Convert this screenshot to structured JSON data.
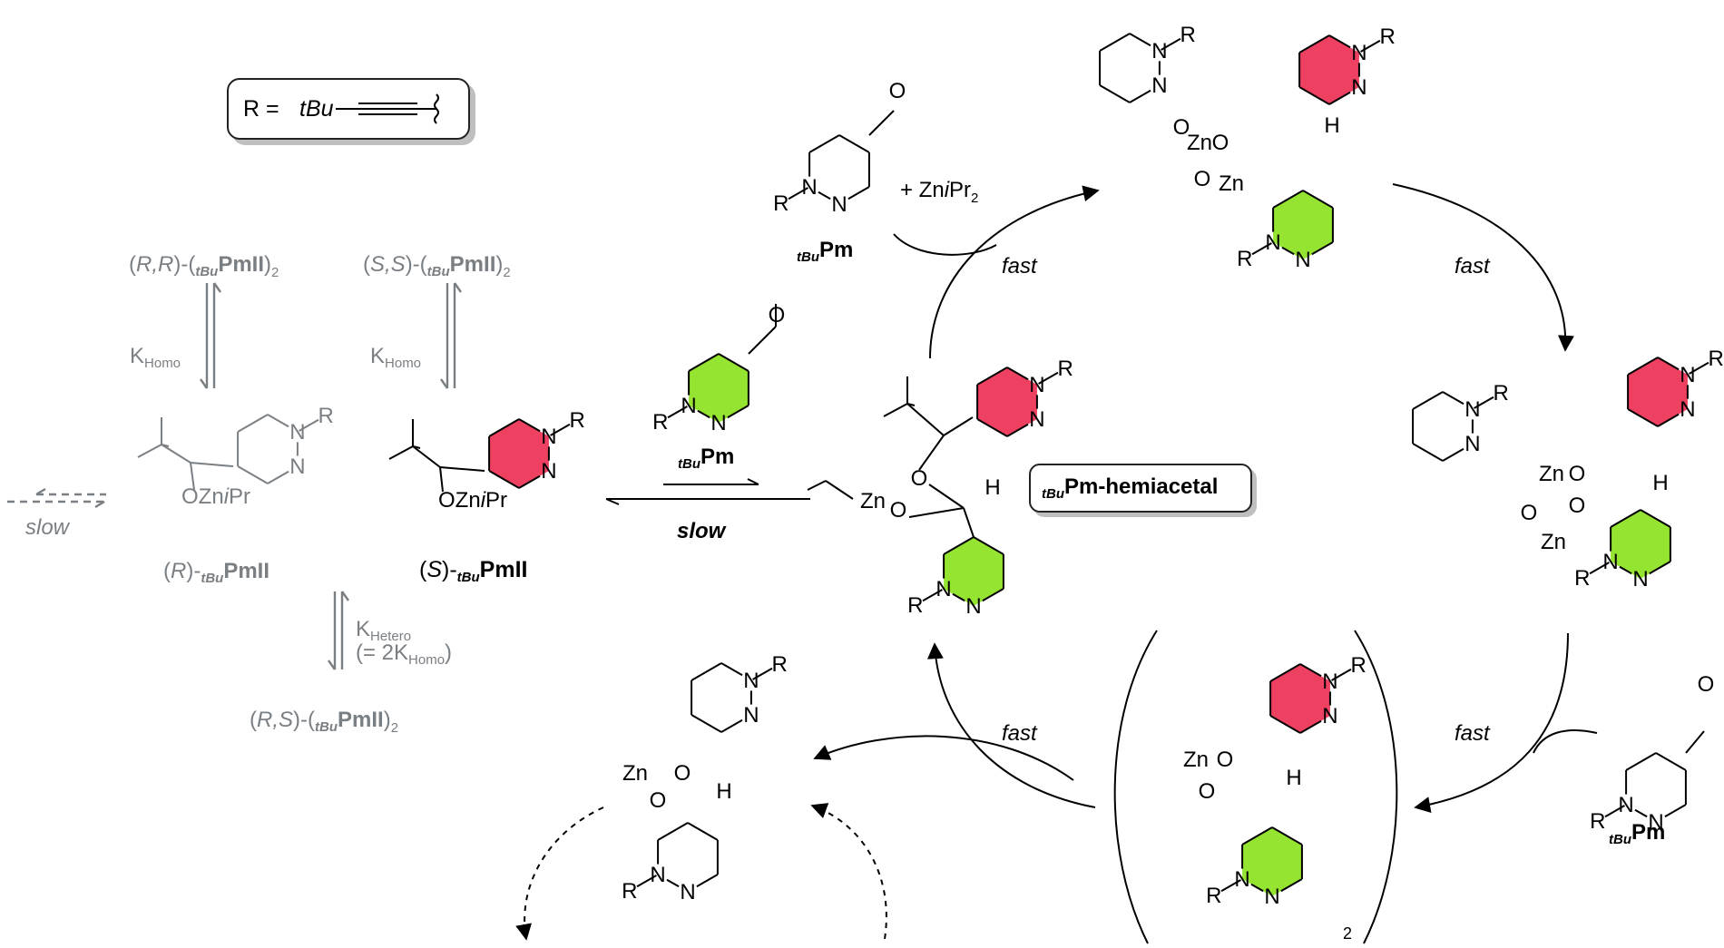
{
  "definition_box": {
    "r_label": "R =",
    "tbu": "tBu"
  },
  "species": {
    "rr_dimer": {
      "prefix": "(",
      "config": "R,R",
      "mid": ")-(",
      "sub": "tBu",
      "name": "PmII",
      "suffix": ")",
      "count": "2"
    },
    "ss_dimer": {
      "prefix": "(",
      "config": "S,S",
      "mid": ")-(",
      "sub": "tBu",
      "name": "PmII",
      "suffix": ")",
      "count": "2"
    },
    "rs_dimer": {
      "prefix": "(",
      "config": "R,S",
      "mid": ")-(",
      "sub": "tBu",
      "name": "PmII",
      "suffix": ")",
      "count": "2"
    },
    "r_monomer": {
      "prefix": "(",
      "config": "R",
      "mid": ")-",
      "sub": "tBu",
      "name": "PmII"
    },
    "s_monomer": {
      "prefix": "(",
      "config": "S",
      "mid": ")-",
      "sub": "tBu",
      "name": "PmII"
    },
    "aldehyde_sub": "tBu",
    "aldehyde_name": "Pm",
    "hemiacetal_sub": "tBu",
    "hemiacetal_name": "Pm-hemiacetal"
  },
  "constants": {
    "k_letter": "K",
    "homo": "Homo",
    "hetero": "Hetero",
    "hetero_eq_prefix": "(= 2K",
    "hetero_eq_suffix": ")"
  },
  "labels": {
    "fast": "fast",
    "slow": "slow",
    "plus_zn": "+ Zn",
    "ipr": "i",
    "pr": "Pr",
    "pr2": "2",
    "ozn": "OZn",
    "dimer_count": "2"
  },
  "atoms": {
    "N": "N",
    "O": "O",
    "Zn": "Zn",
    "H": "H",
    "R": "R"
  },
  "colors": {
    "red_ring": "#ee4060",
    "green_ring": "#94e431",
    "gray_text": "#7a7f84",
    "ink": "#000000"
  }
}
